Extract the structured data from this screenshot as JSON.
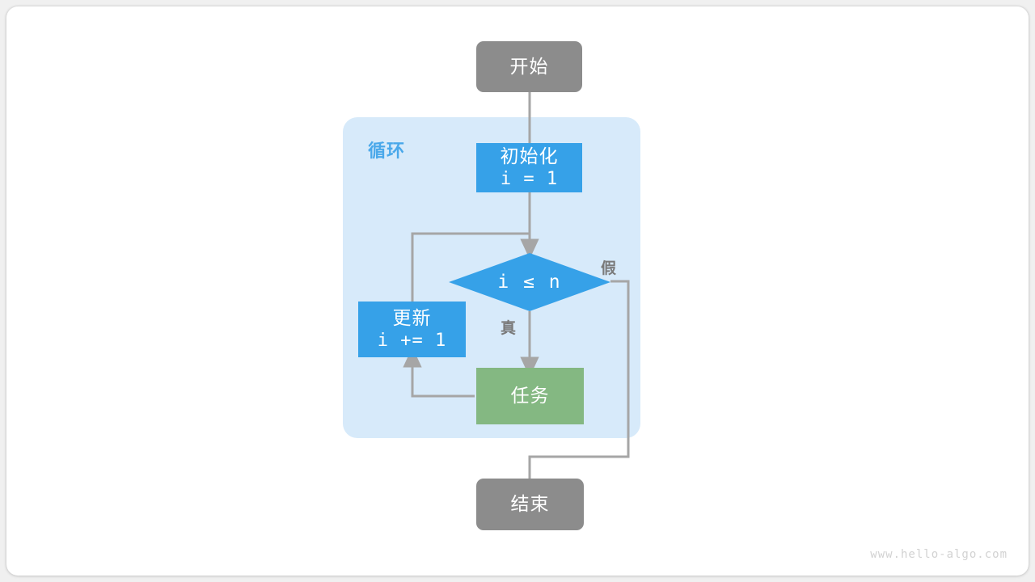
{
  "canvas": {
    "background": "#ffffff",
    "page_background": "#f0f0f0"
  },
  "colors": {
    "terminal": "#8c8c8c",
    "process_blue": "#36a1e8",
    "process_green": "#84b882",
    "loop_region": "#d7eafa",
    "loop_label": "#4aa8ea",
    "connector": "#a6a6a6",
    "edge_label": "#7a7a7a",
    "watermark": "#d2d2d2"
  },
  "diagram": {
    "type": "flowchart",
    "title_label": "循环",
    "nodes": {
      "start": {
        "label": "开始",
        "shape": "rounded-terminal"
      },
      "init": {
        "label": "初始化",
        "expression": "i = 1",
        "shape": "process"
      },
      "condition": {
        "label": "i ≤ n",
        "shape": "diamond"
      },
      "update": {
        "label": "更新",
        "expression": "i += 1",
        "shape": "process"
      },
      "task": {
        "label": "任务",
        "shape": "process"
      },
      "end": {
        "label": "结束",
        "shape": "rounded-terminal"
      }
    },
    "edge_labels": {
      "true_branch": "真",
      "false_branch": "假"
    }
  },
  "watermark": {
    "text": "www.hello-algo.com"
  }
}
